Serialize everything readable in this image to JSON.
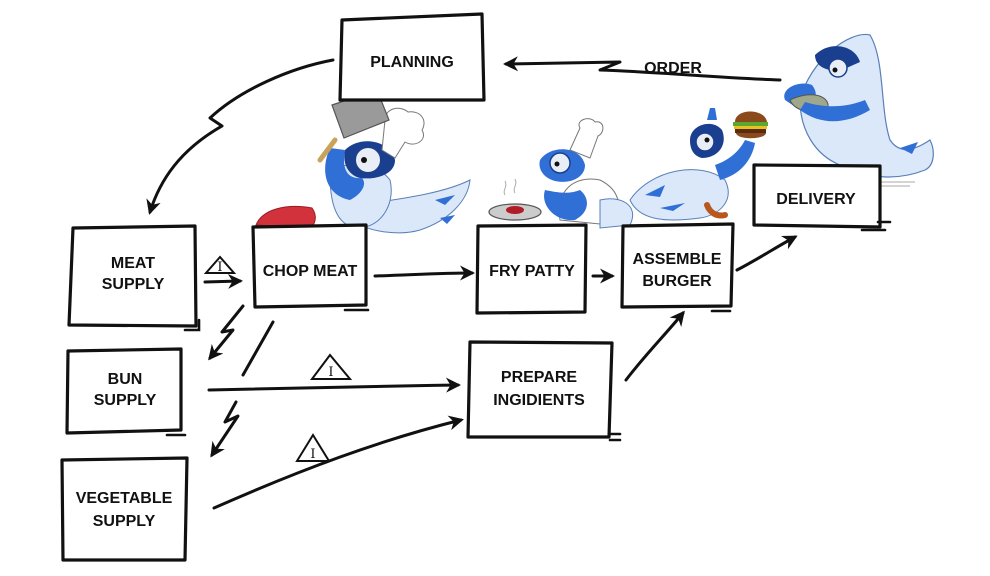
{
  "diagram": {
    "title": "Burger value stream",
    "nodes": [
      {
        "id": "planning",
        "lines": [
          "PLANNING"
        ]
      },
      {
        "id": "meat-supply",
        "lines": [
          "MEAT",
          "SUPPLY"
        ]
      },
      {
        "id": "chop-meat",
        "lines": [
          "CHOP MEAT"
        ]
      },
      {
        "id": "fry-patty",
        "lines": [
          "FRY PATTY"
        ]
      },
      {
        "id": "assemble-burger",
        "lines": [
          "ASSEMBLE",
          "BURGER"
        ]
      },
      {
        "id": "delivery",
        "lines": [
          "DELIVERY"
        ]
      },
      {
        "id": "bun-supply",
        "lines": [
          "BUN",
          "SUPPLY"
        ]
      },
      {
        "id": "vegetable-supply",
        "lines": [
          "VEGETABLE",
          "SUPPLY"
        ]
      },
      {
        "id": "prepare-ingredients",
        "lines": [
          "PREPARE",
          "INGIDIENTS"
        ]
      }
    ],
    "edges": [
      {
        "from": "delivery",
        "to": "planning",
        "label": "ORDER",
        "type": "information"
      },
      {
        "from": "planning",
        "to": "meat-supply",
        "label": "",
        "type": "information"
      },
      {
        "from": "chop-meat",
        "to": "bun-supply",
        "label": "",
        "type": "information"
      },
      {
        "from": "bun-supply",
        "to": "vegetable-supply",
        "label": "",
        "type": "information"
      },
      {
        "from": "meat-supply",
        "to": "chop-meat",
        "label": "",
        "type": "material",
        "inventory": true
      },
      {
        "from": "chop-meat",
        "to": "fry-patty",
        "label": "",
        "type": "material"
      },
      {
        "from": "fry-patty",
        "to": "assemble-burger",
        "label": "",
        "type": "material"
      },
      {
        "from": "assemble-burger",
        "to": "delivery",
        "label": "",
        "type": "material"
      },
      {
        "from": "bun-supply",
        "to": "prepare-ingredients",
        "label": "",
        "type": "material",
        "inventory": true
      },
      {
        "from": "vegetable-supply",
        "to": "prepare-ingredients",
        "label": "",
        "type": "material",
        "inventory": true
      },
      {
        "from": "prepare-ingredients",
        "to": "assemble-burger",
        "label": "",
        "type": "material"
      }
    ],
    "inventory_symbol": "I",
    "illustrations": [
      {
        "id": "bird-chopping",
        "description": "blue chef bird swinging a cleaver over raw meat"
      },
      {
        "id": "bird-frying",
        "description": "blue chef bird frying a patty in a pan"
      },
      {
        "id": "bird-assembling",
        "description": "blue bird holding up a burger"
      },
      {
        "id": "bird-eating",
        "description": "blue bird eating a burger"
      }
    ],
    "colors": {
      "ink": "#111111",
      "bird_dark": "#2f6fd6",
      "bird_light": "#dbe8fa",
      "bird_navy": "#1b3f8f",
      "meat": "#d2323c",
      "feet": "#b8571e",
      "bun": "#8a4a1c",
      "lettuce": "#5aa832"
    }
  }
}
